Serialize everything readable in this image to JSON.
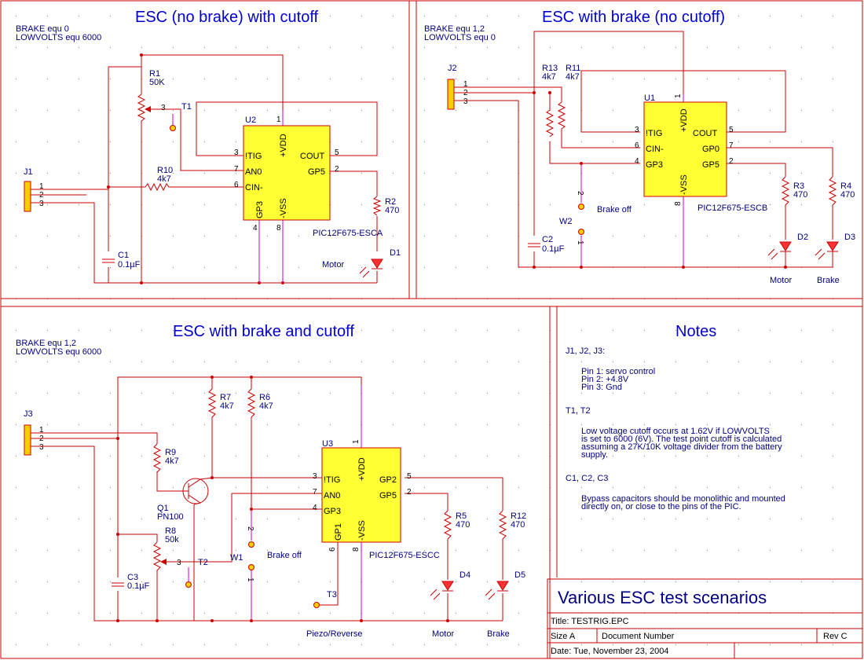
{
  "sections": {
    "a": {
      "title": "ESC (no brake) with cutoff",
      "defines": [
        "BRAKE equ 0",
        "LOWVOLTS equ 6000"
      ],
      "chip": {
        "ref": "U2",
        "part": "PIC12F675-ESCA",
        "pins": {
          "p1": "+VDD",
          "p3": "!TIG",
          "p7": "AN0",
          "p6": "CIN-",
          "p5": "COUT",
          "p2": "GP5",
          "p4": "GP3",
          "p8": "-VSS"
        }
      },
      "components": {
        "r1": {
          "ref": "R1",
          "value": "50K"
        },
        "r10": {
          "ref": "R10",
          "value": "4k7"
        },
        "r2": {
          "ref": "R2",
          "value": "470"
        },
        "c1": {
          "ref": "C1",
          "value": "0.1µF"
        },
        "t1": {
          "ref": "T1"
        },
        "j1": {
          "ref": "J1"
        },
        "d1": {
          "ref": "D1",
          "label": "Motor"
        }
      }
    },
    "b": {
      "title": "ESC with brake (no cutoff)",
      "defines": [
        "BRAKE equ 1,2",
        "LOWVOLTS equ 0"
      ],
      "chip": {
        "ref": "U1",
        "part": "PIC12F675-ESCB",
        "pins": {
          "p1": "+VDD",
          "p3": "!TIG",
          "p6": "CIN-",
          "p4": "GP3",
          "p5": "COUT",
          "p7": "GP0",
          "p2": "GP5",
          "p8": "-VSS"
        }
      },
      "components": {
        "r13": {
          "ref": "R13",
          "value": "4k7"
        },
        "r11": {
          "ref": "R11",
          "value": "4k7"
        },
        "r3": {
          "ref": "R3",
          "value": "470"
        },
        "r4": {
          "ref": "R4",
          "value": "470"
        },
        "c2": {
          "ref": "C2",
          "value": "0.1µF"
        },
        "w2": {
          "ref": "W2",
          "label": "Brake off"
        },
        "j2": {
          "ref": "J2"
        },
        "d2": {
          "ref": "D2",
          "label": "Motor"
        },
        "d3": {
          "ref": "D3",
          "label": "Brake"
        }
      }
    },
    "c": {
      "title": "ESC with brake and cutoff",
      "defines": [
        "BRAKE equ 1,2",
        "LOWVOLTS equ 6000"
      ],
      "chip": {
        "ref": "U3",
        "part": "PIC12F675-ESCC",
        "pins": {
          "p1": "+VDD",
          "p3": "!TIG",
          "p7": "AN0",
          "p4": "GP3",
          "p5": "GP2",
          "p2": "GP5",
          "p6": "GP1",
          "p8": "-VSS"
        }
      },
      "components": {
        "r7": {
          "ref": "R7",
          "value": "4k7"
        },
        "r6": {
          "ref": "R6",
          "value": "4k7"
        },
        "r9": {
          "ref": "R9",
          "value": "4k7"
        },
        "r8": {
          "ref": "R8",
          "value": "50k"
        },
        "r5": {
          "ref": "R5",
          "value": "470"
        },
        "r12": {
          "ref": "R12",
          "value": "470"
        },
        "c3": {
          "ref": "C3",
          "value": "0.1µF"
        },
        "q1": {
          "ref": "Q1",
          "value": "PN100"
        },
        "t2": {
          "ref": "T2"
        },
        "t3": {
          "ref": "T3",
          "label": "Piezo/Reverse"
        },
        "w1": {
          "ref": "W1",
          "label": "Brake off"
        },
        "j3": {
          "ref": "J3"
        },
        "d4": {
          "ref": "D4",
          "label": "Motor"
        },
        "d5": {
          "ref": "D5",
          "label": "Brake"
        }
      }
    }
  },
  "notes": {
    "title": "Notes",
    "lines": [
      {
        "kind": "head",
        "text": "J1, J2, J3:"
      },
      {
        "kind": "body",
        "text": "Pin 1: servo control"
      },
      {
        "kind": "body",
        "text": "Pin 2: +4.8V"
      },
      {
        "kind": "body",
        "text": "Pin 3: Gnd"
      },
      {
        "kind": "head",
        "text": "T1, T2"
      },
      {
        "kind": "body",
        "text": "Low voltage cutoff occurs at 1.62V if LOWVOLTS"
      },
      {
        "kind": "body",
        "text": "is set to 6000 (6V). The test point cutoff is calculated"
      },
      {
        "kind": "body",
        "text": "assuming a 27K/10K voltage divider from the battery"
      },
      {
        "kind": "body",
        "text": "supply."
      },
      {
        "kind": "head",
        "text": "C1, C2, C3"
      },
      {
        "kind": "body",
        "text": "Bypass capacitors should be monolithic and mounted"
      },
      {
        "kind": "body",
        "text": "directly on, or close to the pins of the PIC."
      }
    ]
  },
  "titleblock": {
    "heading": "Various ESC test scenarios",
    "title": "Title: TESTRIG.EPC",
    "size": "Size A",
    "docnum": "Document Number",
    "rev": "Rev C",
    "date": "Date: Tue, November 23, 2004"
  },
  "pin_numbers": {
    "n1": "1",
    "n2": "2",
    "n3": "3",
    "n4": "4",
    "n5": "5",
    "n6": "6",
    "n7": "7",
    "n8": "8"
  },
  "colors": {
    "wire": "#cc0000",
    "power_wire": "#cc00cc",
    "chip_fill": "#ffff33",
    "text": "#000080",
    "title": "#0000cc"
  }
}
